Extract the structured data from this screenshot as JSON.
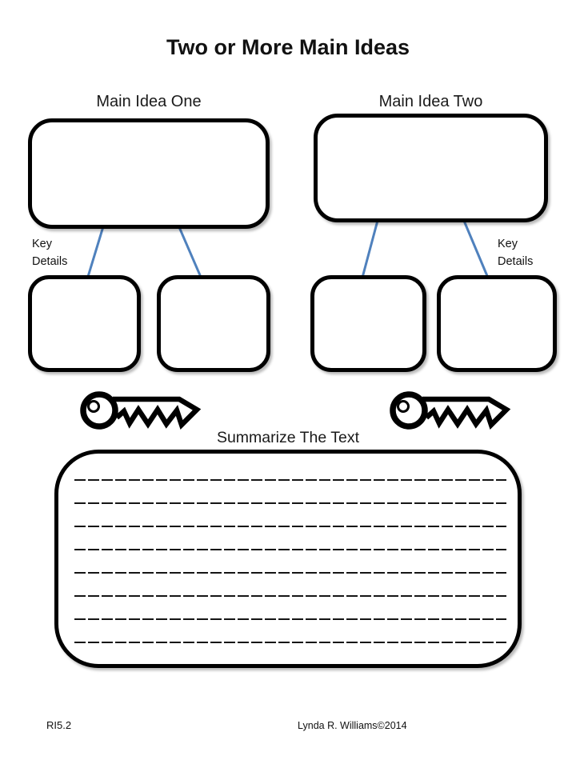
{
  "title": "Two or More Main Ideas",
  "main_ideas": [
    {
      "label": "Main Idea One"
    },
    {
      "label": "Main Idea Two"
    }
  ],
  "key_details_label": "Key Details",
  "summary": {
    "label": "Summarize The Text"
  },
  "footer": {
    "standard_code": "RI5.2",
    "credit": "Lynda R. Williams©2014"
  },
  "colors": {
    "connector": "#4f81bd",
    "ink": "#000000"
  },
  "icons": [
    "key-icon"
  ]
}
